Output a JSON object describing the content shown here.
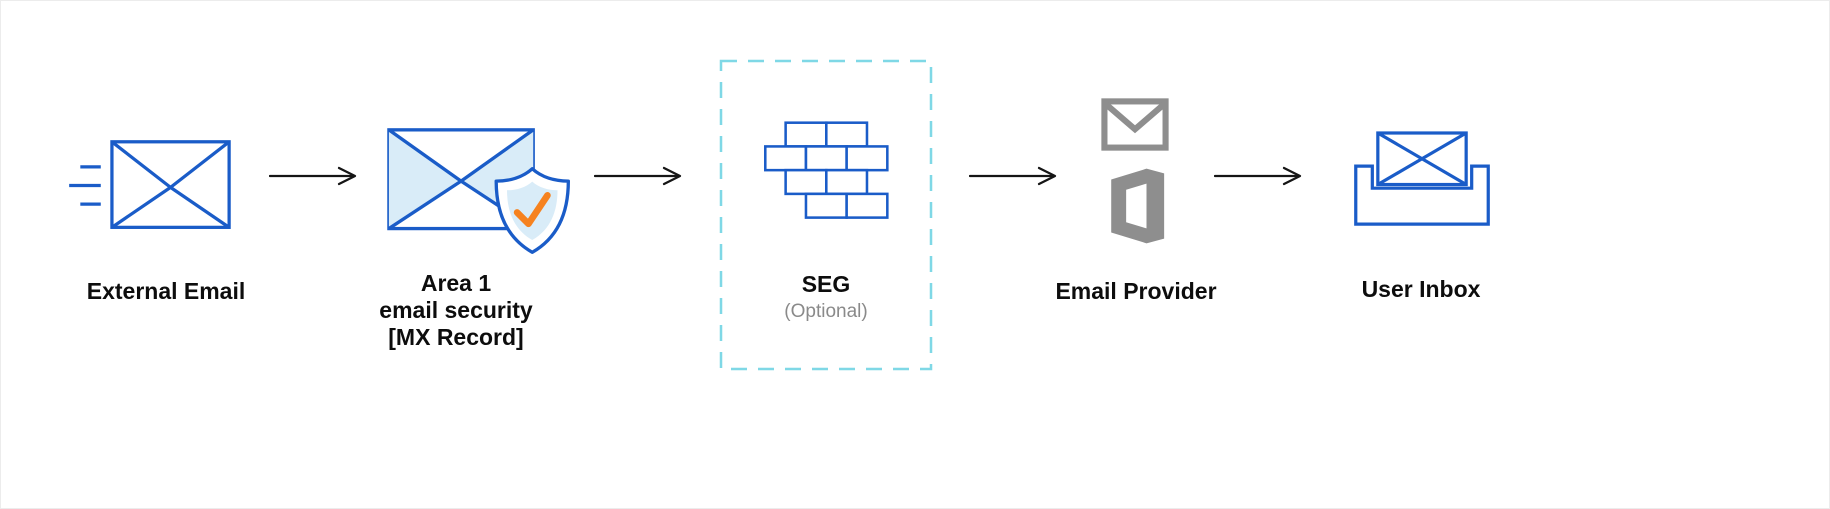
{
  "diagram": {
    "nodes": [
      {
        "id": "external-email",
        "label": "External Email",
        "icon": "mail-icon"
      },
      {
        "id": "area1-email-security",
        "label_lines": [
          "Area 1",
          "email security",
          "[MX Record]"
        ],
        "icon": "mail-shield-check-icon"
      },
      {
        "id": "seg",
        "label": "SEG",
        "sublabel": "(Optional)",
        "icon": "firewall-icon",
        "optional": true
      },
      {
        "id": "email-provider",
        "label": "Email Provider",
        "icons": [
          "gmail-icon",
          "office-icon"
        ]
      },
      {
        "id": "user-inbox",
        "label": "User Inbox",
        "icon": "inbox-tray-icon"
      }
    ],
    "connections": [
      {
        "from": "external-email",
        "to": "area1-email-security"
      },
      {
        "from": "area1-email-security",
        "to": "seg"
      },
      {
        "from": "seg",
        "to": "email-provider"
      },
      {
        "from": "email-provider",
        "to": "user-inbox"
      }
    ],
    "colors": {
      "primary_blue": "#1a5cc8",
      "light_blue": "#d9ecf8",
      "dashed_cyan": "#7fd8e6",
      "check_orange": "#f6821f",
      "icon_gray": "#8e8e8e",
      "arrow_black": "#151515",
      "text": "#0d0d0d",
      "muted_text": "#8a8a8a",
      "background": "#ffffff"
    }
  }
}
